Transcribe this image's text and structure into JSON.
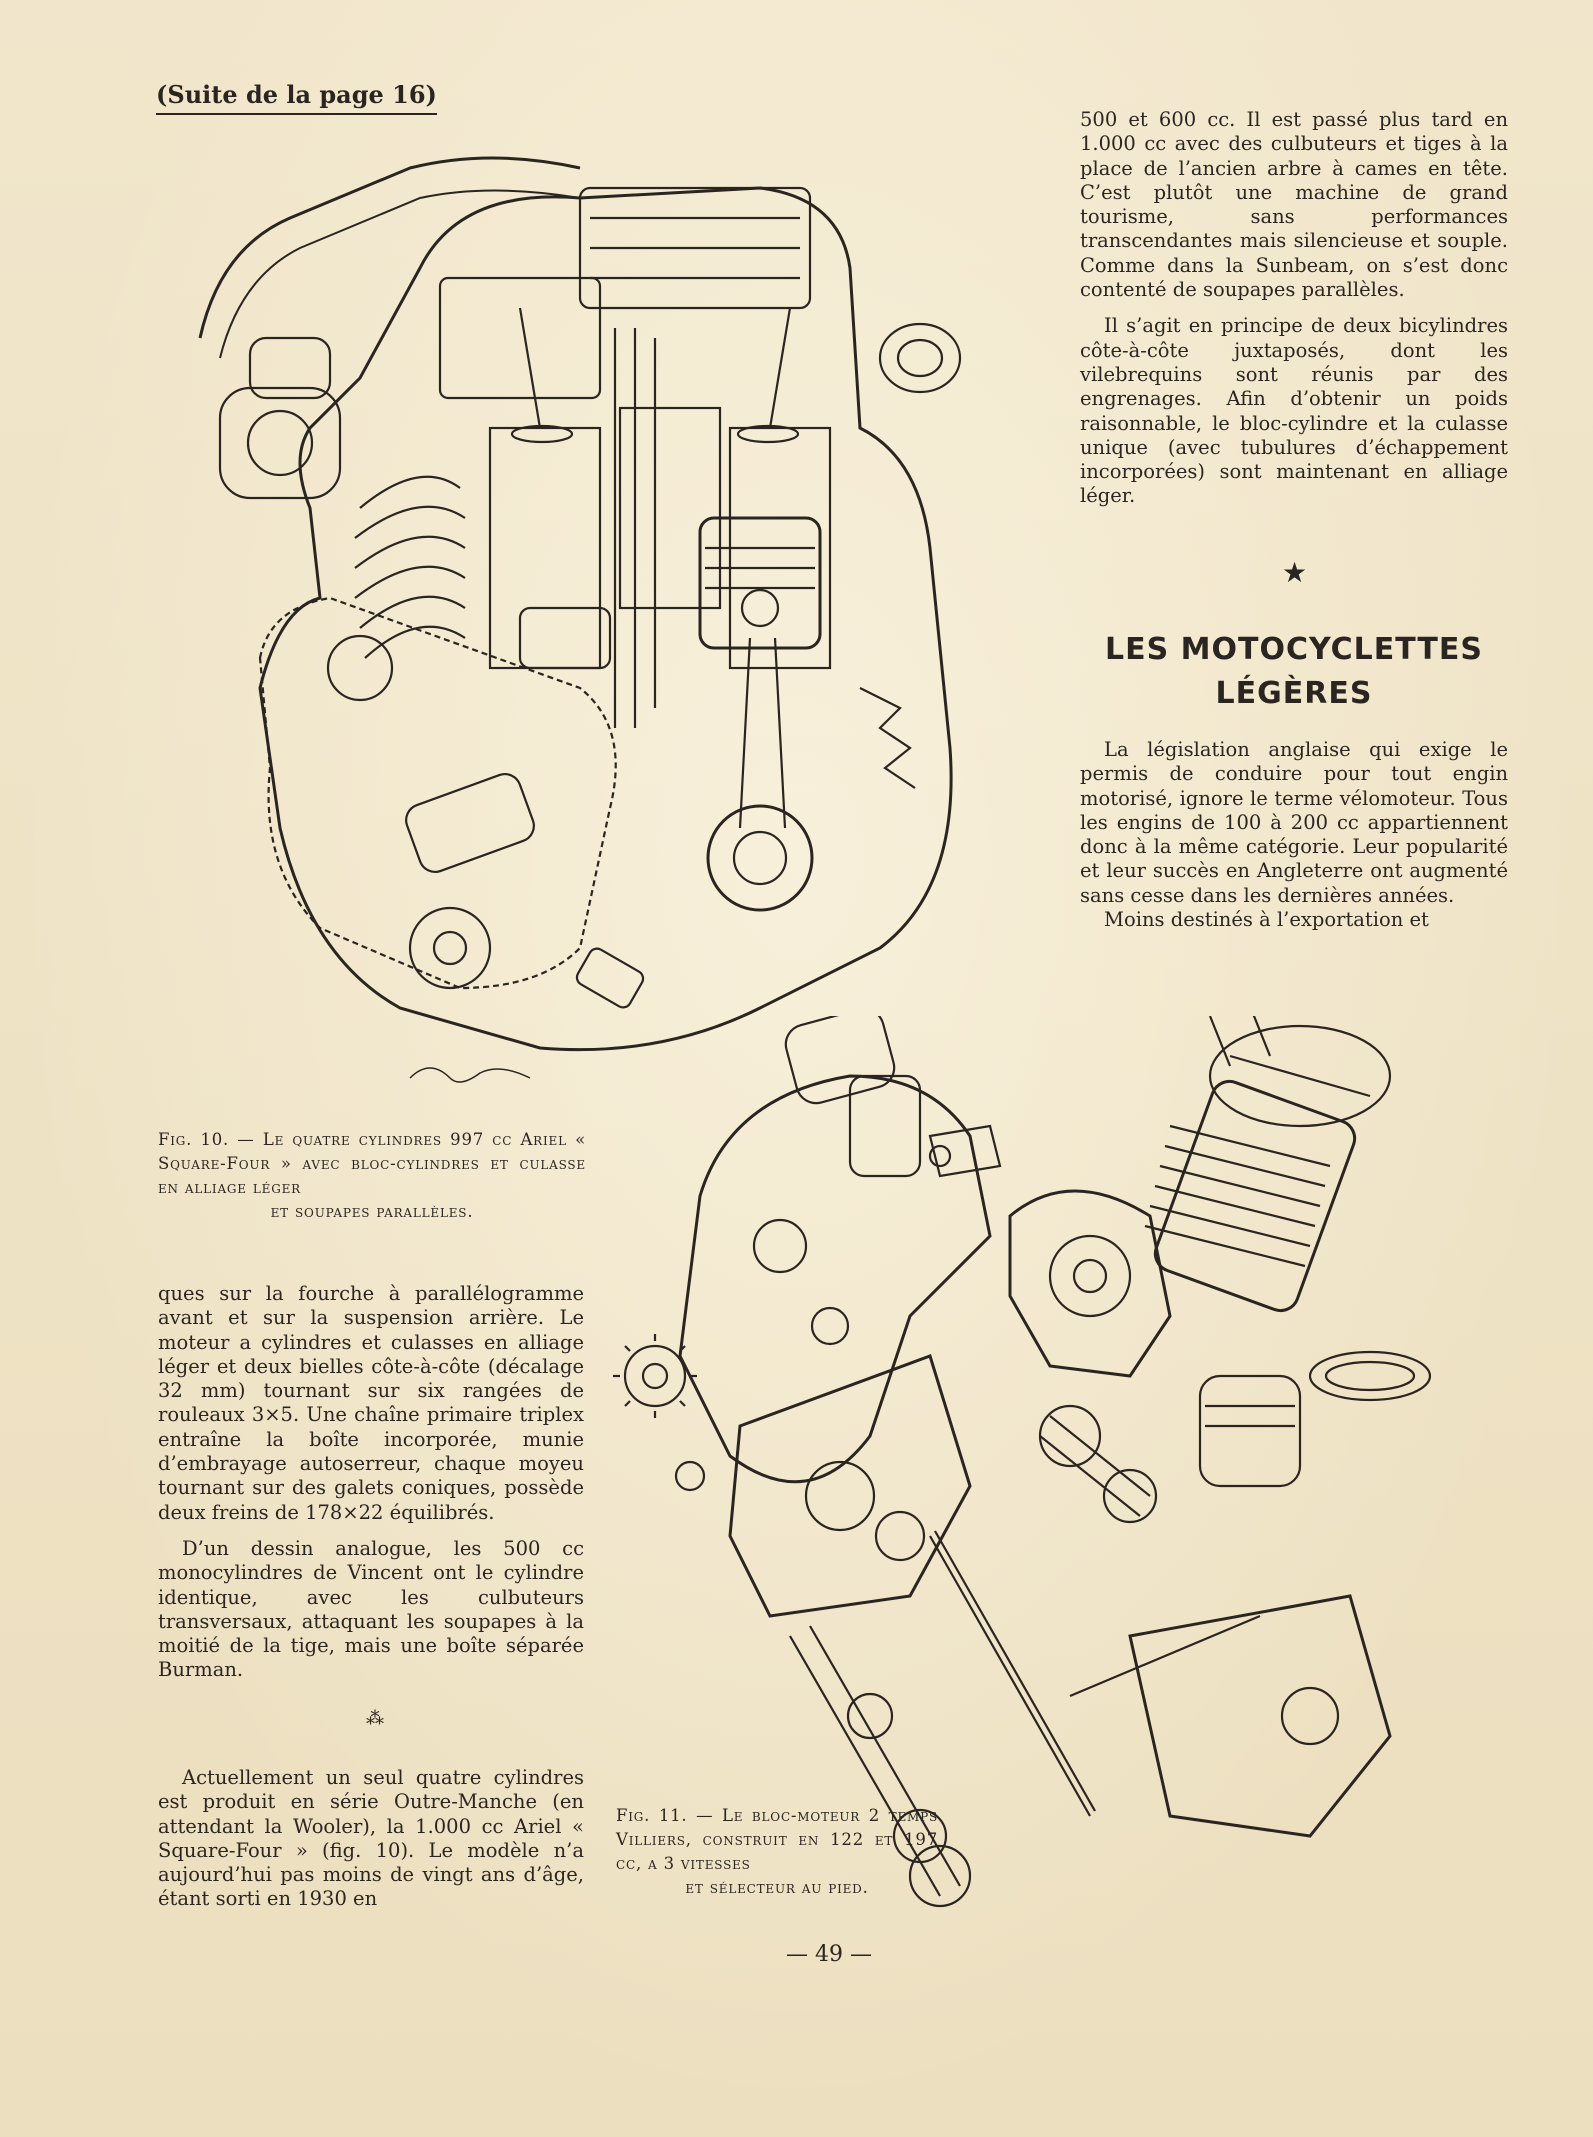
{
  "header": {
    "continued_from": "(Suite de la page 16)"
  },
  "right_top": {
    "p1": "500 et 600 cc. Il est passé plus tard en 1.000 cc avec des culbuteurs et tiges à la place de l’ancien arbre à cames en tête. C’est plutôt une machine de grand tourisme, sans performances transcendantes mais silencieuse et souple. Comme dans la Sunbeam, on s’est donc contenté de soupapes parallèles.",
    "p2": "Il s’agit en principe de deux bicylindres côte-à-côte juxtaposés, dont les vilebrequins sont réunis par des engrenages. Afin d’obtenir un poids raisonnable, le bloc-cylindre et la culasse unique (avec tubulures d’échappement incorporées) sont maintenant en alliage léger."
  },
  "divider_star": "★",
  "section": {
    "title_line1": "LES MOTOCYCLETTES",
    "title_line2": "LÉGÈRES"
  },
  "right_bottom": {
    "p1": "La législation anglaise qui exige le permis de conduire pour tout engin motorisé, ignore le terme vélomoteur. Tous les engins de 100 à 200 cc appartiennent donc à la même catégorie. Leur popularité et leur succès en Angleterre ont augmenté sans cesse dans les dernières années.",
    "p2": "Moins destinés à l’exportation et"
  },
  "fig10": {
    "caption_main": "Fig. 10. — Le quatre cylindres 997 cc Ariel « Square-Four » avec bloc-cylindres et culasse en alliage léger",
    "caption_last": "et soupapes parallèles."
  },
  "left_bottom": {
    "p1": "ques sur la fourche à parallélogramme avant et sur la suspension arrière. Le moteur a cylindres et culasses en alliage léger et deux bielles côte-à-côte (décalage 32 mm) tournant sur six rangées de rouleaux 3×5. Une chaîne primaire triplex entraîne la boîte incorporée, munie d’embrayage autoserreur, chaque moyeu tournant sur des galets coniques, possède deux freins de 178×22 équilibrés.",
    "p2": "D’un dessin analogue, les 500 cc monocylindres de Vincent ont le cylindre identique, avec les culbuteurs transversaux, attaquant les soupapes à la moitié de la tige, mais une boîte séparée Burman."
  },
  "asterism": "⁂",
  "left_bottom2": {
    "p1": "Actuellement un seul quatre cylindres est produit en série Outre-Manche (en attendant la Wooler), la 1.000 cc Ariel « Square-Four » (fig. 10). Le modèle n’a aujourd’hui pas moins de vingt ans d’âge, étant sorti en 1930 en"
  },
  "fig11": {
    "caption_main": "Fig. 11. — Le bloc-moteur 2 temps Villiers, construit en 122 et 197 cc, a 3 vitesses",
    "caption_last": "et sélecteur au pied."
  },
  "footer": {
    "page_number": "— 49 —"
  }
}
